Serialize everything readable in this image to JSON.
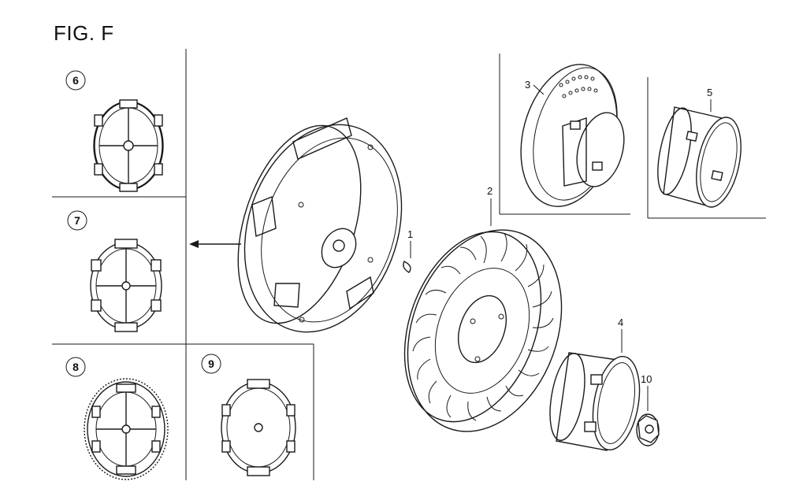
{
  "figure": {
    "title": "FIG. F"
  },
  "callouts": {
    "c1": "1",
    "c2": "2",
    "c3": "3",
    "c4": "4",
    "c5": "5",
    "c6": "6",
    "c7": "7",
    "c8": "8",
    "c9": "9",
    "c10": "10"
  }
}
